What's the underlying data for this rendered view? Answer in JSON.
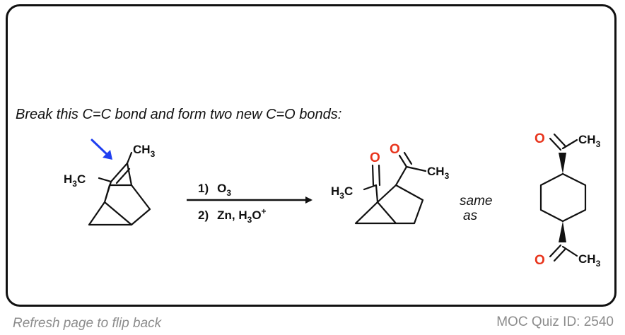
{
  "instruction": "Break this C=C bond and form two new C=O bonds:",
  "footer": {
    "left": "Refresh page to flip back",
    "right": "MOC Quiz ID: 2540"
  },
  "reactant": {
    "label_ch3_top": "CH",
    "label_ch3_top_sub": "3",
    "label_h3c_left_h": "H",
    "label_h3c_left_sub": "3",
    "label_h3c_left_c": "C"
  },
  "conditions": {
    "step1_number": "1)",
    "step1_reagent": "O",
    "step1_reagent_sub": "3",
    "step2_number": "2)",
    "step2_reagent_a": "Zn, H",
    "step2_reagent_sub": "3",
    "step2_reagent_b": "O",
    "step2_reagent_sup": "+"
  },
  "product": {
    "oxygen_1": "O",
    "oxygen_2": "O",
    "label_h3c_h": "H",
    "label_h3c_sub": "3",
    "label_h3c_c": "C",
    "label_ch3": "CH",
    "label_ch3_sub": "3"
  },
  "equivalence": {
    "line1": "same",
    "line2": "as"
  },
  "equivalent": {
    "oxygen_top": "O",
    "oxygen_bottom": "O",
    "label_ch3_top": "CH",
    "label_ch3_top_sub": "3",
    "label_ch3_bottom": "CH",
    "label_ch3_bottom_sub": "3"
  },
  "colors": {
    "arrow_indicator": "#1f3ff0",
    "oxygen": "#e8341c",
    "footer_text": "#8c8c8c",
    "border": "#111111"
  }
}
